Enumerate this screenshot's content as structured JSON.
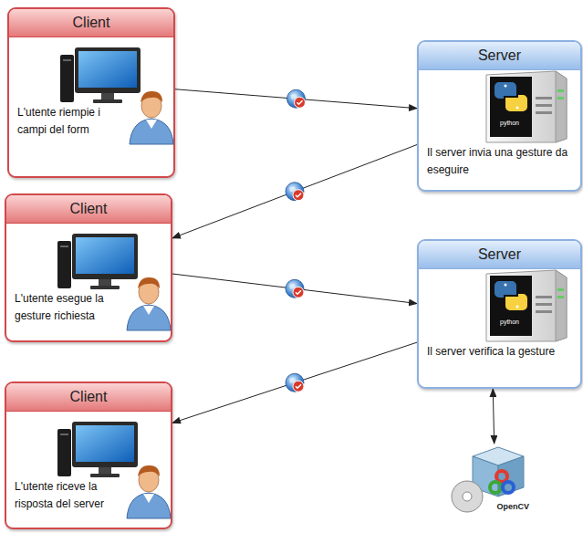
{
  "diagram": {
    "nodes": [
      {
        "text": [
          "Client",
          "L'utente riempie i campi del form"
        ]
      },
      {
        "text": [
          "Server",
          "Il server invia una gesture da eseguire"
        ]
      },
      {
        "text": [
          "Client",
          "L'utente esegue la gesture richiesta"
        ]
      },
      {
        "text": [
          "Server",
          "Il server verifica la gesture"
        ]
      },
      {
        "text": [
          "Client",
          "L'utente riceve la risposta del server"
        ]
      },
      {
        "text": [
          "OpenCV"
        ]
      }
    ],
    "edges": [
      {
        "from": 0,
        "to": 1,
        "arrow": "to"
      },
      {
        "from": 1,
        "to": 2,
        "arrow": "to"
      },
      {
        "from": 2,
        "to": 3,
        "arrow": "to"
      },
      {
        "from": 3,
        "to": 4,
        "arrow": "to"
      },
      {
        "from": 3,
        "to": 5,
        "arrow": "both"
      }
    ],
    "labels": [
      "python",
      "python"
    ]
  }
}
